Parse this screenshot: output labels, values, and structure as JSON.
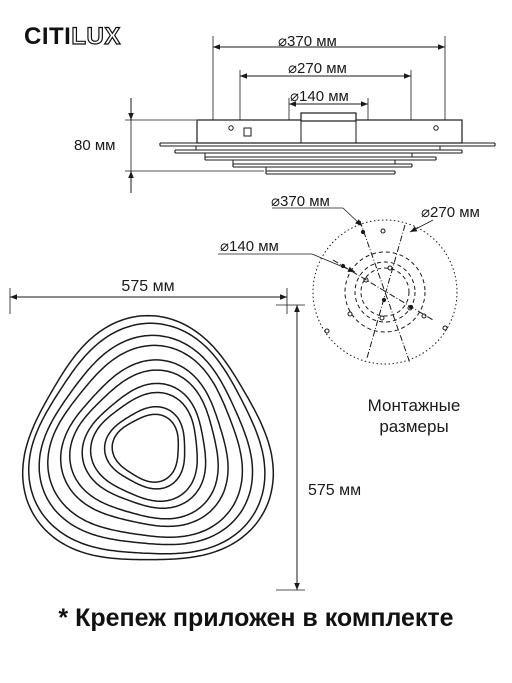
{
  "brand": {
    "part1": "CITI",
    "part2": "LUX"
  },
  "side_view": {
    "dim_outer": "⌀370 мм",
    "dim_middle": "⌀270 мм",
    "dim_inner": "⌀140 мм",
    "height": "80 мм"
  },
  "mounting": {
    "dim_outer": "⌀370 мм",
    "dim_middle": "⌀270 мм",
    "dim_inner": "⌀140 мм",
    "caption_line1": "Монтажные",
    "caption_line2": "размеры"
  },
  "top_view": {
    "width": "575 мм",
    "height": "575 мм"
  },
  "footer": "* Крепеж приложен в комплекте"
}
